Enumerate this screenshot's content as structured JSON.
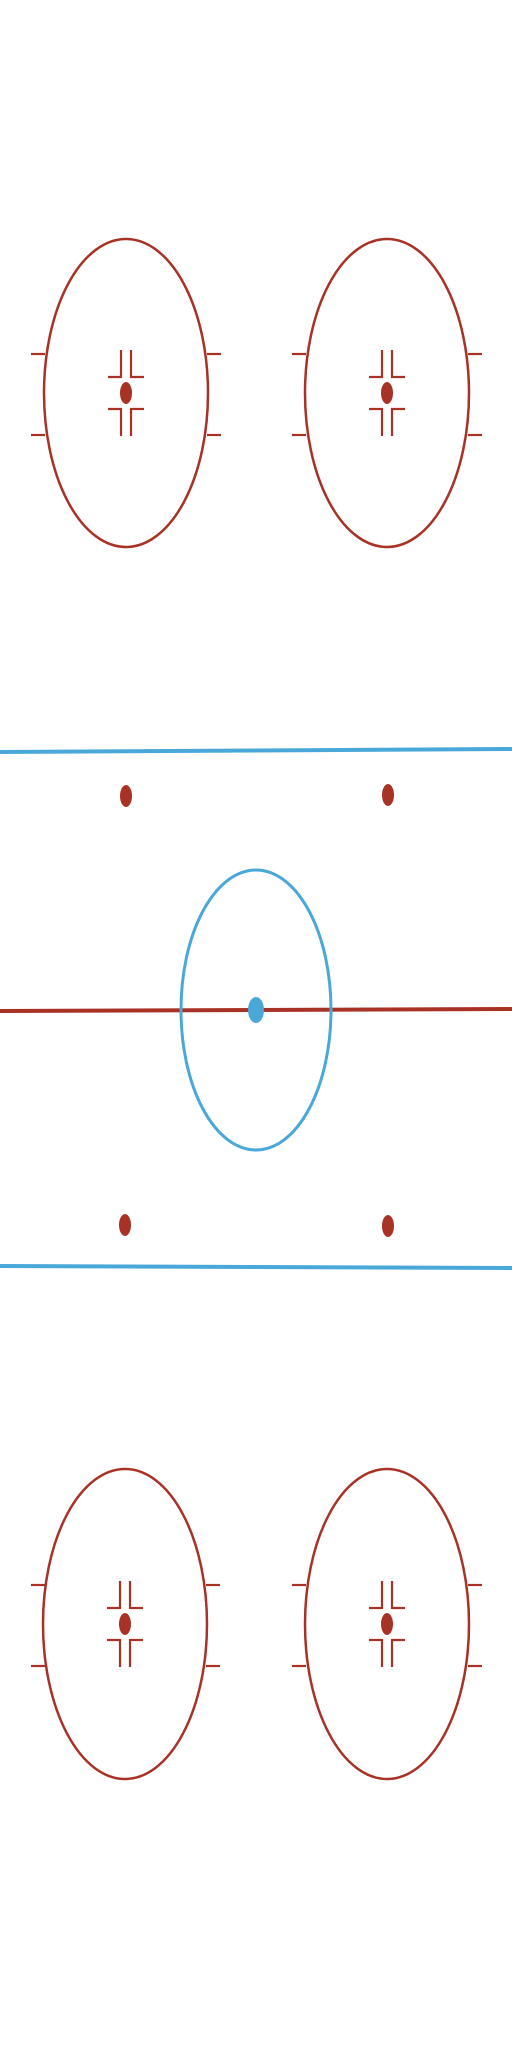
{
  "rink": {
    "surface_color": "#ffffff",
    "red_color": "#a83226",
    "blue_color": "#4aa8d8",
    "elements": {
      "top_faceoff_circles": 2,
      "bottom_faceoff_circles": 2,
      "neutral_zone_faceoff_dots": 4,
      "blue_lines": 2,
      "center_red_line": 1,
      "center_circle": 1,
      "center_dot": 1
    }
  }
}
